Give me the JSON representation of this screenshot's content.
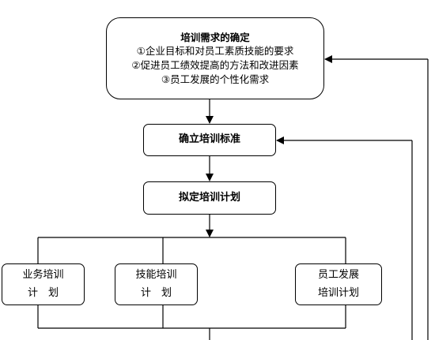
{
  "needs": {
    "title": "培训需求的确定",
    "items": [
      "①企业目标和对员工素质技能的要求",
      "②促进员工绩效提高的方法和改进因素",
      "③员工发展的个性化需求"
    ]
  },
  "standard": {
    "label": "确立培训标准"
  },
  "plan": {
    "label": "拟定培训计划"
  },
  "sub_plans": {
    "business": {
      "line1": "业务培训",
      "line2": "计　划"
    },
    "skill": {
      "line1": "技能培训",
      "line2": "计　划"
    },
    "development": {
      "line1": "员工发展",
      "line2": "培训计划"
    }
  }
}
